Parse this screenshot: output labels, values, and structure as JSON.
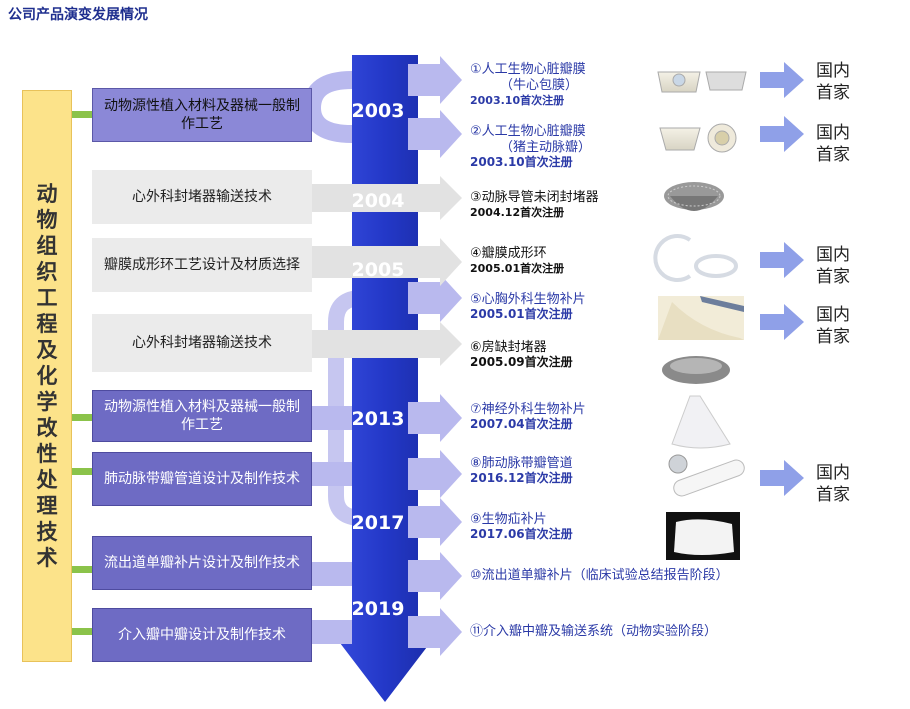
{
  "title": "公司产品演变发展情况",
  "left_label": "动物组织工程及化学改性处理技术",
  "techs": [
    "动物源性植入材料及器械一般制作工艺",
    "心外科封堵器输送技术",
    "瓣膜成形环工艺设计及材质选择",
    "心外科封堵器输送技术",
    "动物源性植入材料及器械一般制作工艺",
    "肺动脉带瓣管道设计及制作技术",
    "流出道单瓣补片设计及制作技术",
    "介入瓣中瓣设计及制作技术"
  ],
  "years": [
    "2003",
    "2004",
    "2005",
    "2013",
    "2017",
    "2019"
  ],
  "products": [
    {
      "name": "①人工生物心脏瓣膜",
      "name2": "（牛心包膜）",
      "sub": "2003.10首次注册"
    },
    {
      "name": "②人工生物心脏瓣膜",
      "name2": "（猪主动脉瓣）",
      "sub": "2003.10首次注册"
    },
    {
      "name": "③动脉导管未闭封堵器",
      "sub": "2004.12首次注册"
    },
    {
      "name": "④瓣膜成形环",
      "sub": "2005.01首次注册"
    },
    {
      "name": "⑤心胸外科生物补片",
      "sub": "2005.01首次注册"
    },
    {
      "name": "⑥房缺封堵器",
      "sub": "2005.09首次注册"
    },
    {
      "name": "⑦神经外科生物补片",
      "sub": "2007.04首次注册"
    },
    {
      "name": "⑧肺动脉带瓣管道",
      "sub": "2016.12首次注册"
    },
    {
      "name": "⑨生物疝补片",
      "sub": "2017.06首次注册"
    },
    {
      "name": "⑩流出道单瓣补片（临床试验总结报告阶段）"
    },
    {
      "name": "⑪介入瓣中瓣及输送系统（动物实验阶段）"
    }
  ],
  "first_domestic": "国内首家",
  "colors": {
    "title": "#1f2f8f",
    "timeline": "#2338c8",
    "arrow_purple": "#b9b9ee",
    "arrow_gray": "#e4e4e4",
    "product_blue": "#2b3aa7",
    "left_bar": "#fce38a",
    "connector": "#8bc34a"
  }
}
